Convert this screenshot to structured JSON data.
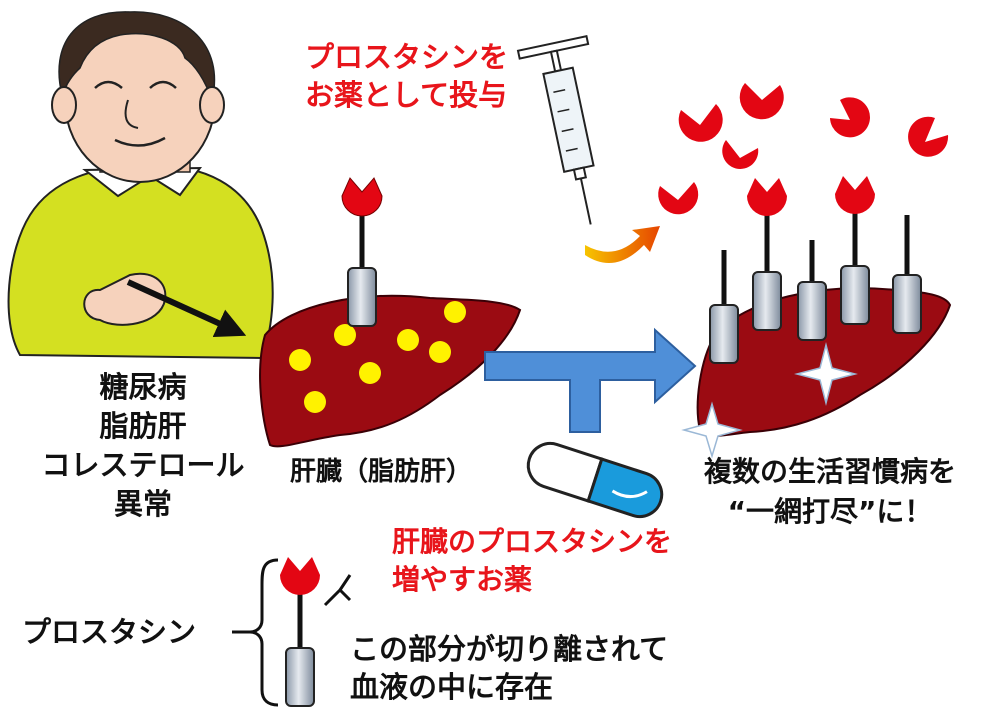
{
  "labels": {
    "injection": [
      "プロスタシンを",
      "お薬として投与"
    ],
    "conditions": [
      "糖尿病",
      "脂肪肝",
      "コレステロール",
      "異常"
    ],
    "liver": "肝臓（脂肪肝）",
    "result": [
      "複数の生活習慣病を",
      "“一網打尽”に！"
    ],
    "drug": [
      "肝臓のプロスタシンを",
      "増やすお薬"
    ],
    "prostasin": "プロスタシン",
    "cleavage": [
      "この部分が切り離されて",
      "血液の中に存在"
    ]
  },
  "colors": {
    "accent_red": "#e8151b",
    "text": "#111111",
    "liver": "#9b0b12",
    "fat_droplet": "#fff200",
    "arrow_blue": "#4f8fd8",
    "shirt": "#d4e021",
    "capsule_blue": "#1a9bdc"
  }
}
